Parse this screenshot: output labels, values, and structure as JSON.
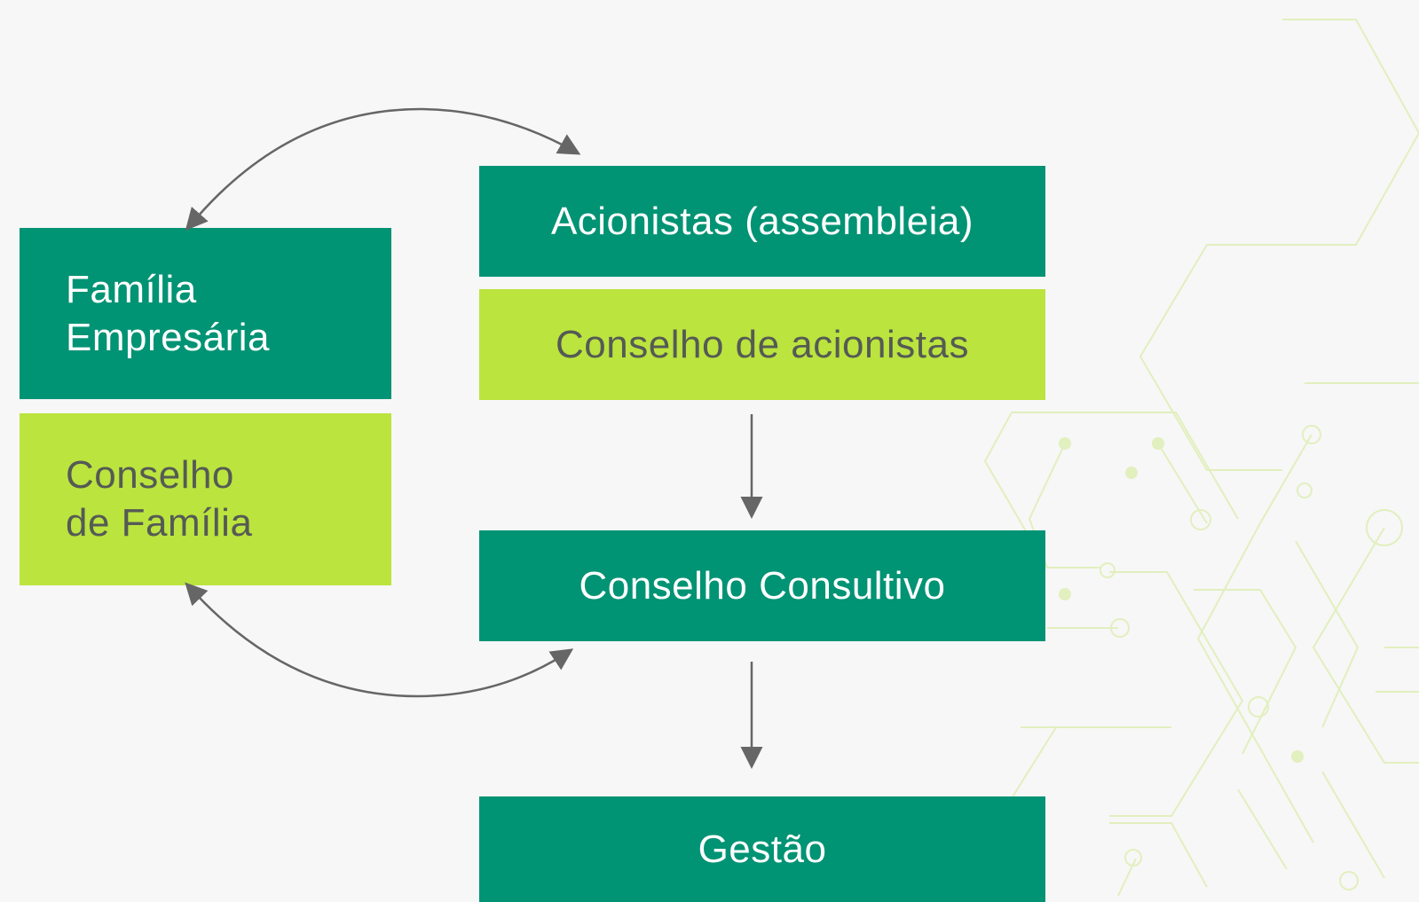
{
  "colors": {
    "background": "#f7f7f7",
    "primary_green": "#009374",
    "lime_green": "#bbe43e",
    "arrow_gray": "#666666",
    "decor_line": "#dfedb8"
  },
  "boxes": {
    "familia_empresaria": "Família\nEmpresária",
    "conselho_familia": "Conselho\nde Família",
    "acionistas": "Acionistas (assembleia)",
    "conselho_acionistas": "Conselho de acionistas",
    "conselho_consultivo": "Conselho Consultivo",
    "gestao": "Gestão"
  }
}
